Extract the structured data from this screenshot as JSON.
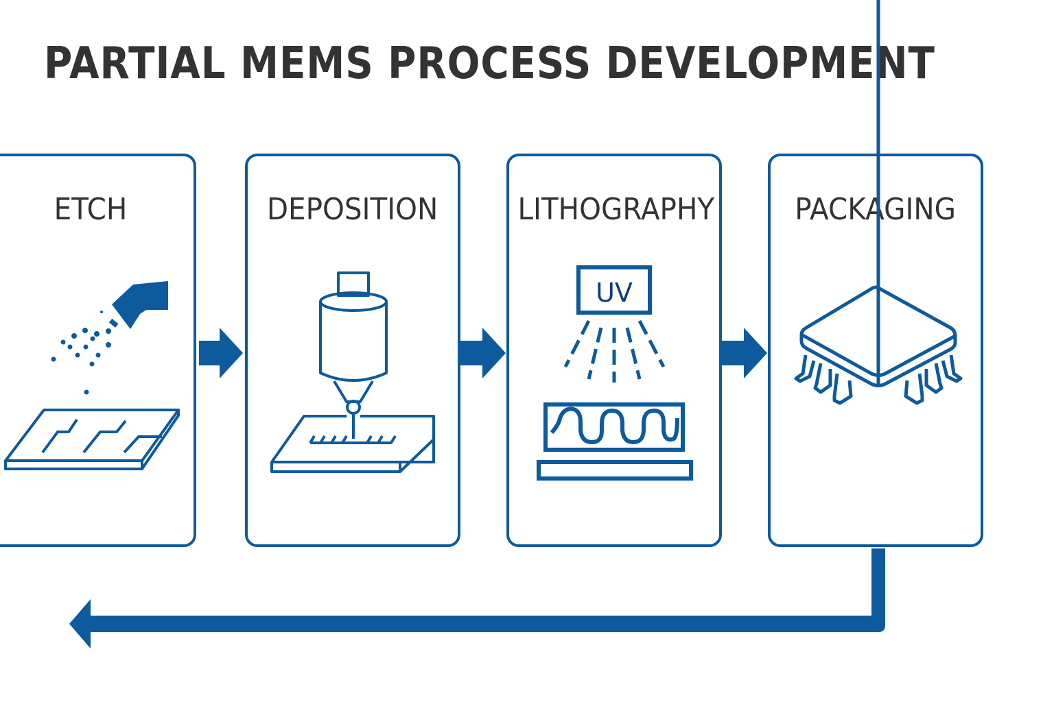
{
  "title": "PARTIAL MEMS PROCESS DEVELOPMENT",
  "colors": {
    "accent": "#0d5a9c",
    "text": "#333333",
    "background": "#ffffff"
  },
  "stages": [
    {
      "label": "ETCH",
      "icon": "spray-nozzle-etch-icon"
    },
    {
      "label": "DEPOSITION",
      "icon": "deposition-nozzle-icon"
    },
    {
      "label": "LITHOGRAPHY",
      "icon": "uv-exposure-icon",
      "icon_text": "UV"
    },
    {
      "label": "PACKAGING",
      "icon": "chip-package-icon"
    }
  ],
  "flow": {
    "forward_arrows": [
      "ETCH → DEPOSITION",
      "DEPOSITION → LITHOGRAPHY",
      "LITHOGRAPHY → PACKAGING"
    ],
    "return_arrow": "PACKAGING → ETCH (loop back)"
  }
}
